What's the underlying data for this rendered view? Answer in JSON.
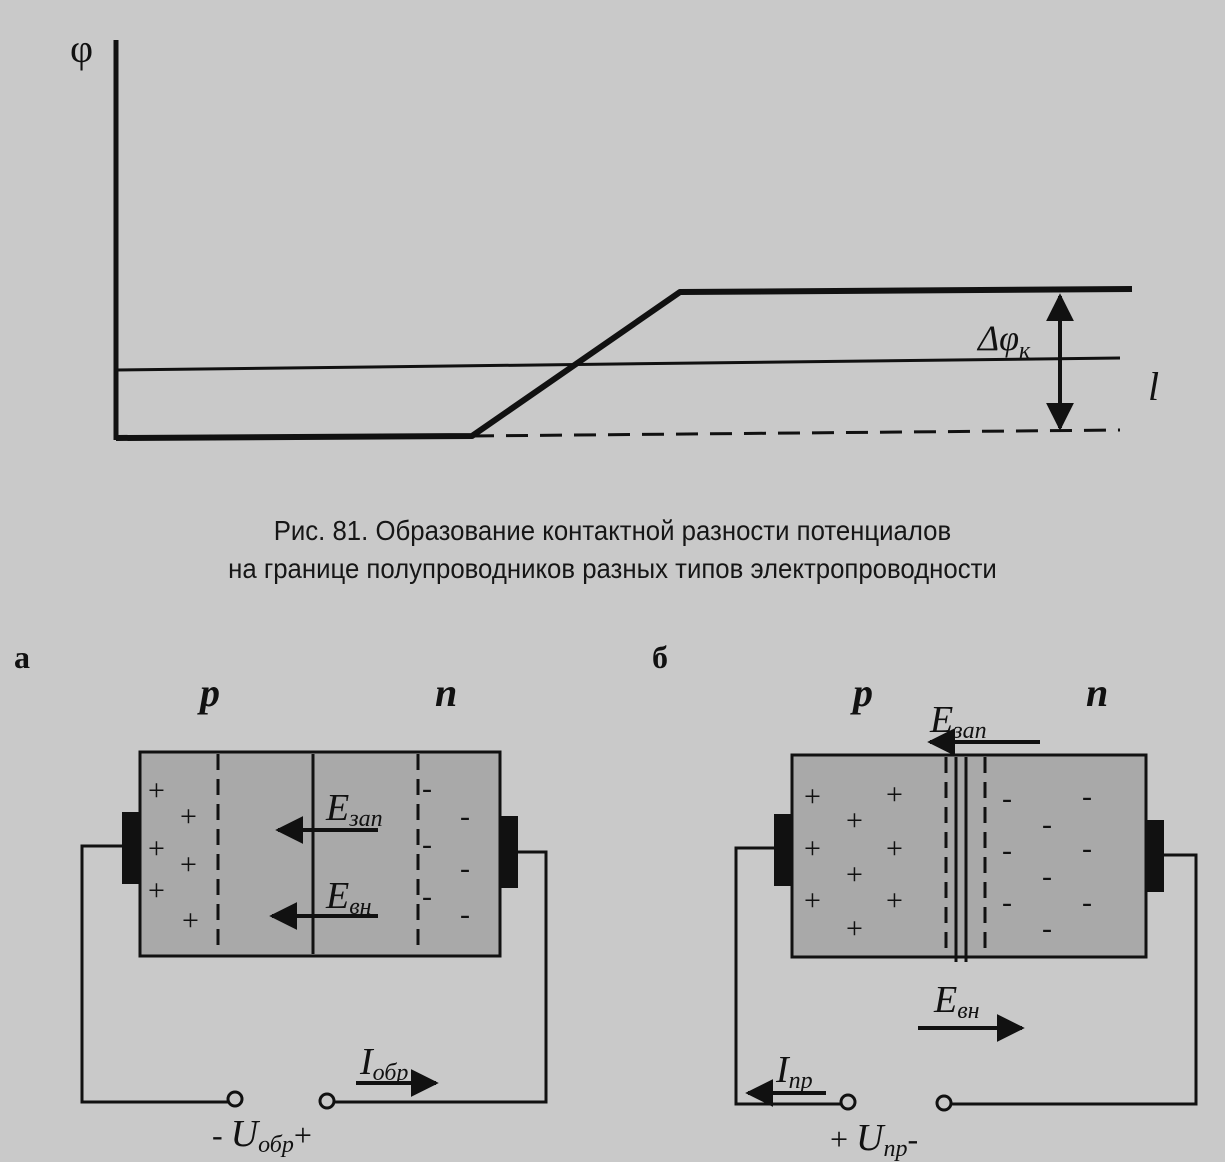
{
  "figure81": {
    "y_axis_label": "φ",
    "x_axis_label": "l",
    "delta_label": "Δφ",
    "delta_subscript": "к"
  },
  "caption": {
    "line1": "Рис. 81. Образование контактной разности потенциалов",
    "line2": "на границе полупроводников разных типов электропроводности"
  },
  "panel_a": {
    "letter": "а",
    "p_label": "p",
    "n_label": "n",
    "e_zap": "E",
    "e_zap_sub": "зап",
    "e_vn": "E",
    "e_vn_sub": "вн",
    "current": "I",
    "current_sub": "обр",
    "voltage_minus": "-",
    "voltage": "U",
    "voltage_sub": "обр",
    "voltage_plus": "+"
  },
  "panel_b": {
    "letter": "б",
    "p_label": "p",
    "n_label": "n",
    "e_zap": "E",
    "e_zap_sub": "зап",
    "e_vn": "E",
    "e_vn_sub": "вн",
    "current": "I",
    "current_sub": "пр",
    "voltage_plus": "+",
    "voltage": "U",
    "voltage_sub": "пр",
    "voltage_minus": "-"
  },
  "colors": {
    "paper": "#c9c9c9",
    "ink": "#111111",
    "crystal_fill": "#a9a9a9"
  }
}
